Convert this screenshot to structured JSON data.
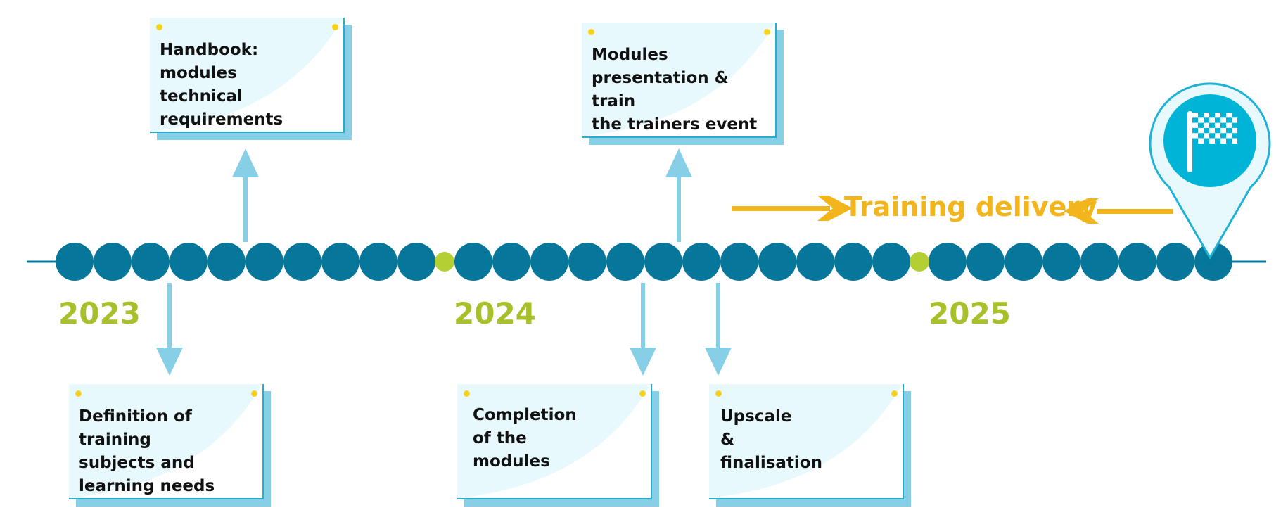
{
  "years": [
    "2023",
    "2024",
    "2025"
  ],
  "milestones": [
    {
      "id": "definition",
      "text": "Definition of training subjects and learning needs",
      "lines": [
        "Definition of training",
        "subjects and",
        "learning needs"
      ]
    },
    {
      "id": "handbook",
      "text": "Handbook: modules technical requirements",
      "lines": [
        "Handbook: modules",
        "technical",
        "requirements"
      ]
    },
    {
      "id": "completion",
      "text": "Completion of the modules",
      "lines": [
        "Completion",
        "of the",
        "modules"
      ]
    },
    {
      "id": "presentation",
      "text": "Modules presentation & train the trainers event",
      "lines": [
        "Modules",
        "presentation & train",
        "the trainers event"
      ]
    },
    {
      "id": "upscale",
      "text": "Upscale & finalisation",
      "lines": [
        "Upscale",
        "&",
        "finalisation"
      ]
    }
  ],
  "delivery": {
    "label": "Training delivery"
  },
  "colors": {
    "circle": "#06779a",
    "separator": "#b3cf33",
    "year": "#a9c02a",
    "arrow": "#86cfe6",
    "delivery": "#f2b51c",
    "pin_fill": "#e8f9fd",
    "pin_stroke": "#1fb2d6",
    "pin_circle": "#00b4d8",
    "note_bg": "#e8f9fd"
  },
  "icons": {
    "end_marker": "checkered-flag-icon"
  }
}
